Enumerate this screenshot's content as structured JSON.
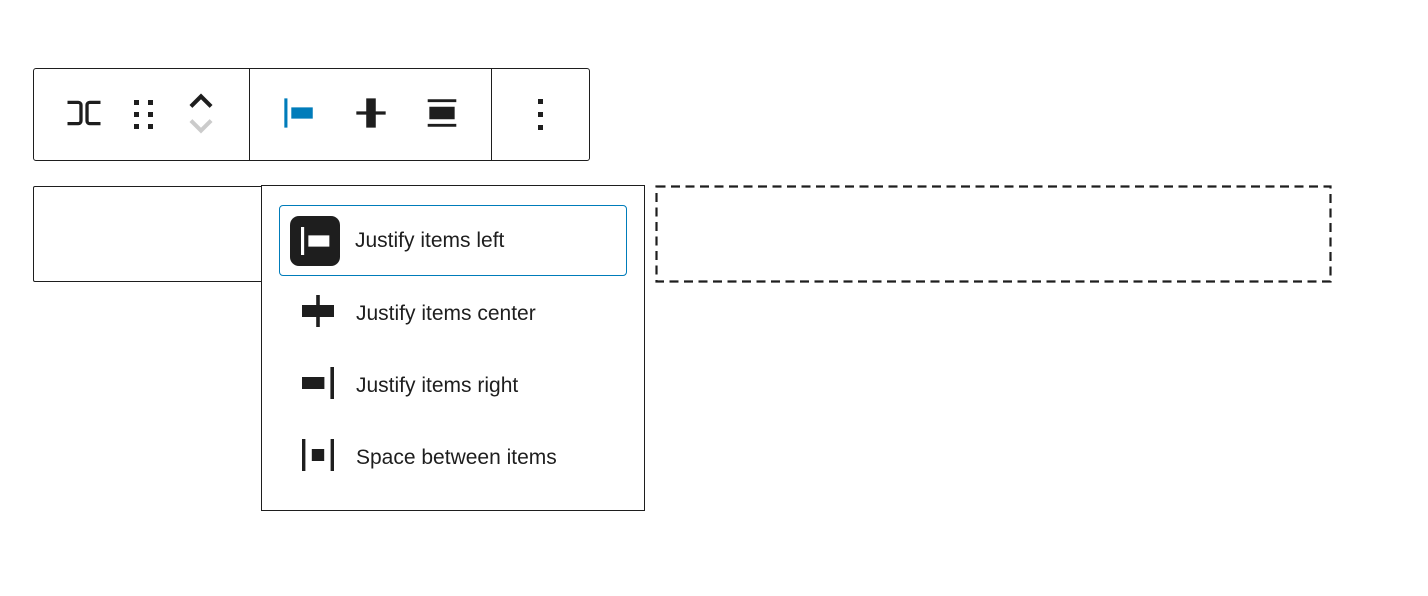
{
  "colors": {
    "accent": "#007cba",
    "text": "#1e1e1e",
    "disabled_icon": "#cbcbcb",
    "selected_icon_bg": "#1e1e1e"
  },
  "toolbar": {
    "icons": [
      "row-block-icon",
      "drag-handle-icon",
      "chevron-up-icon",
      "chevron-down-icon",
      "justify-items-left-icon",
      "align-center-vertical-icon",
      "align-none-icon",
      "more-vertical-icon"
    ]
  },
  "menu": {
    "items": [
      {
        "label": "Justify items left",
        "icon": "justify-left-icon",
        "selected": true
      },
      {
        "label": "Justify items center",
        "icon": "justify-center-icon",
        "selected": false
      },
      {
        "label": "Justify items right",
        "icon": "justify-right-icon",
        "selected": false
      },
      {
        "label": "Space between items",
        "icon": "justify-space-between-icon",
        "selected": false
      }
    ]
  }
}
